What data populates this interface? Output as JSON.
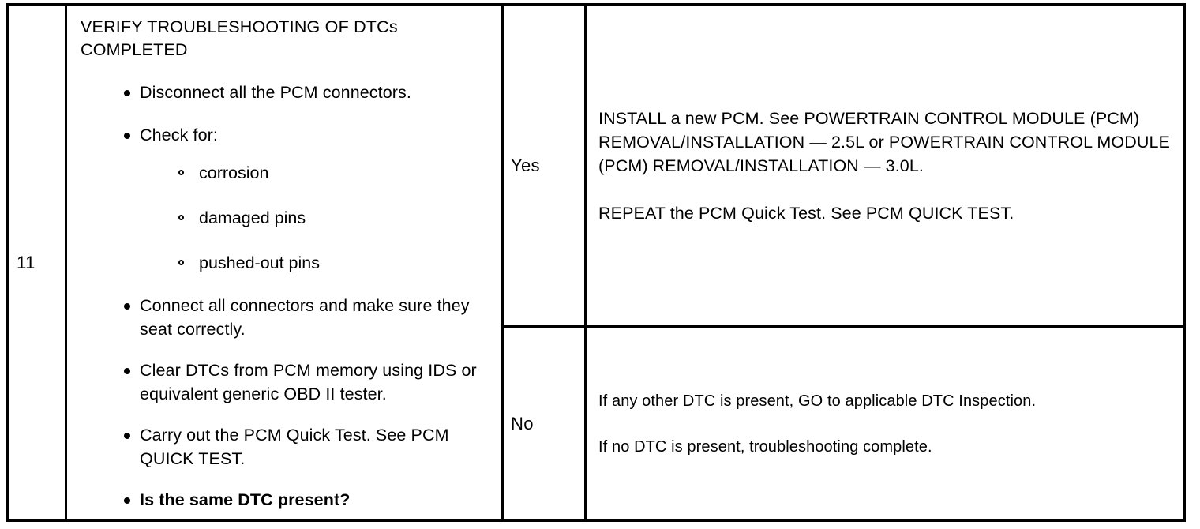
{
  "table": {
    "step_number": "11",
    "action": {
      "title": "VERIFY TROUBLESHOOTING OF DTCs COMPLETED",
      "bullets": [
        "Disconnect all the PCM connectors.",
        "Check for:",
        "Connect all connectors and make sure they seat correctly.",
        "Clear DTCs from PCM memory using IDS or equivalent generic OBD II tester.",
        "Carry out the PCM Quick Test. See PCM QUICK TEST.",
        "Is the same DTC present?"
      ],
      "sub_bullets": [
        "corrosion",
        "damaged pins",
        "pushed-out pins"
      ]
    },
    "results": [
      {
        "label": "Yes",
        "paragraphs": [
          "INSTALL a new PCM. See POWERTRAIN CONTROL MODULE (PCM) REMOVAL/INSTALLATION — 2.5L or POWERTRAIN CONTROL MODULE (PCM) REMOVAL/INSTALLATION — 3.0L.",
          "REPEAT the PCM Quick Test. See PCM QUICK TEST."
        ]
      },
      {
        "label": "No",
        "paragraphs": [
          "If any other DTC is present, GO to applicable DTC Inspection.",
          "If no DTC is present, troubleshooting complete."
        ]
      }
    ]
  },
  "colors": {
    "ink": "#000000",
    "paper": "#ffffff"
  }
}
